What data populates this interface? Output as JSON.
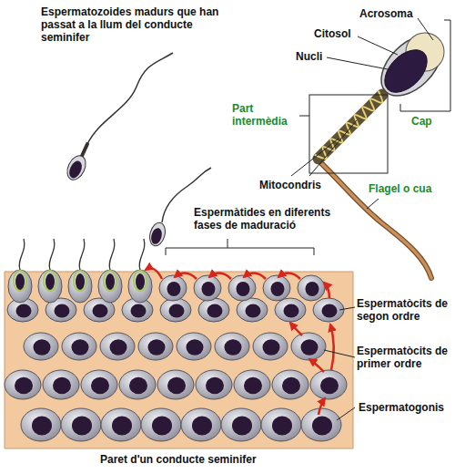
{
  "diagram": {
    "caption": "Paret d'un conducte seminifer",
    "labels": [
      "Espermatozoides madurs que han passat a la llum del conducte seminifer",
      "Acrosoma",
      "Citosol",
      "Nucli",
      "Part intermèdia",
      "Cap",
      "Mitocondris",
      "Flagel o cua",
      "Espermàtides en diferents fases de maduració",
      "Espermatòcits de segon ordre",
      "Espermatòcits de primer ordre",
      "Espermatogonis"
    ]
  }
}
